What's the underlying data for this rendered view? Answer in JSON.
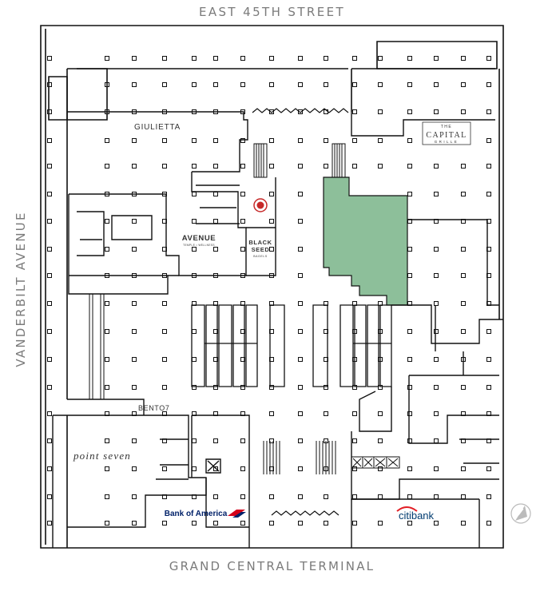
{
  "streets": {
    "north": "EAST 45TH STREET",
    "west": "VANDERBILT AVENUE",
    "south": "GRAND CENTRAL TERMINAL"
  },
  "tenants": {
    "giulietta": "GIULIETTA",
    "capital_grille_line1": "THE",
    "capital_grille_line2": "CAPITAL",
    "capital_grille_line3": "GRILLE",
    "avenue": "AVENUE",
    "avenue_sub": "TEMPLE • WELLNESS",
    "black_seed_line1": "BLACK",
    "black_seed_line2": "SEED",
    "black_seed_line3": "BAGELS",
    "bento": "BENTO7",
    "point_seven": "point seven",
    "bank_of_america": "Bank of America",
    "citibank": "citibank"
  },
  "colors": {
    "walls": "#111111",
    "highlight_space": "#8dbf9a",
    "street_text": "#7b7b7b",
    "boa_red": "#d4001a",
    "boa_blue": "#012169",
    "citi_blue": "#003b70",
    "citi_red": "#e21f26"
  },
  "icons": {
    "compass": "north-arrow-icon"
  }
}
